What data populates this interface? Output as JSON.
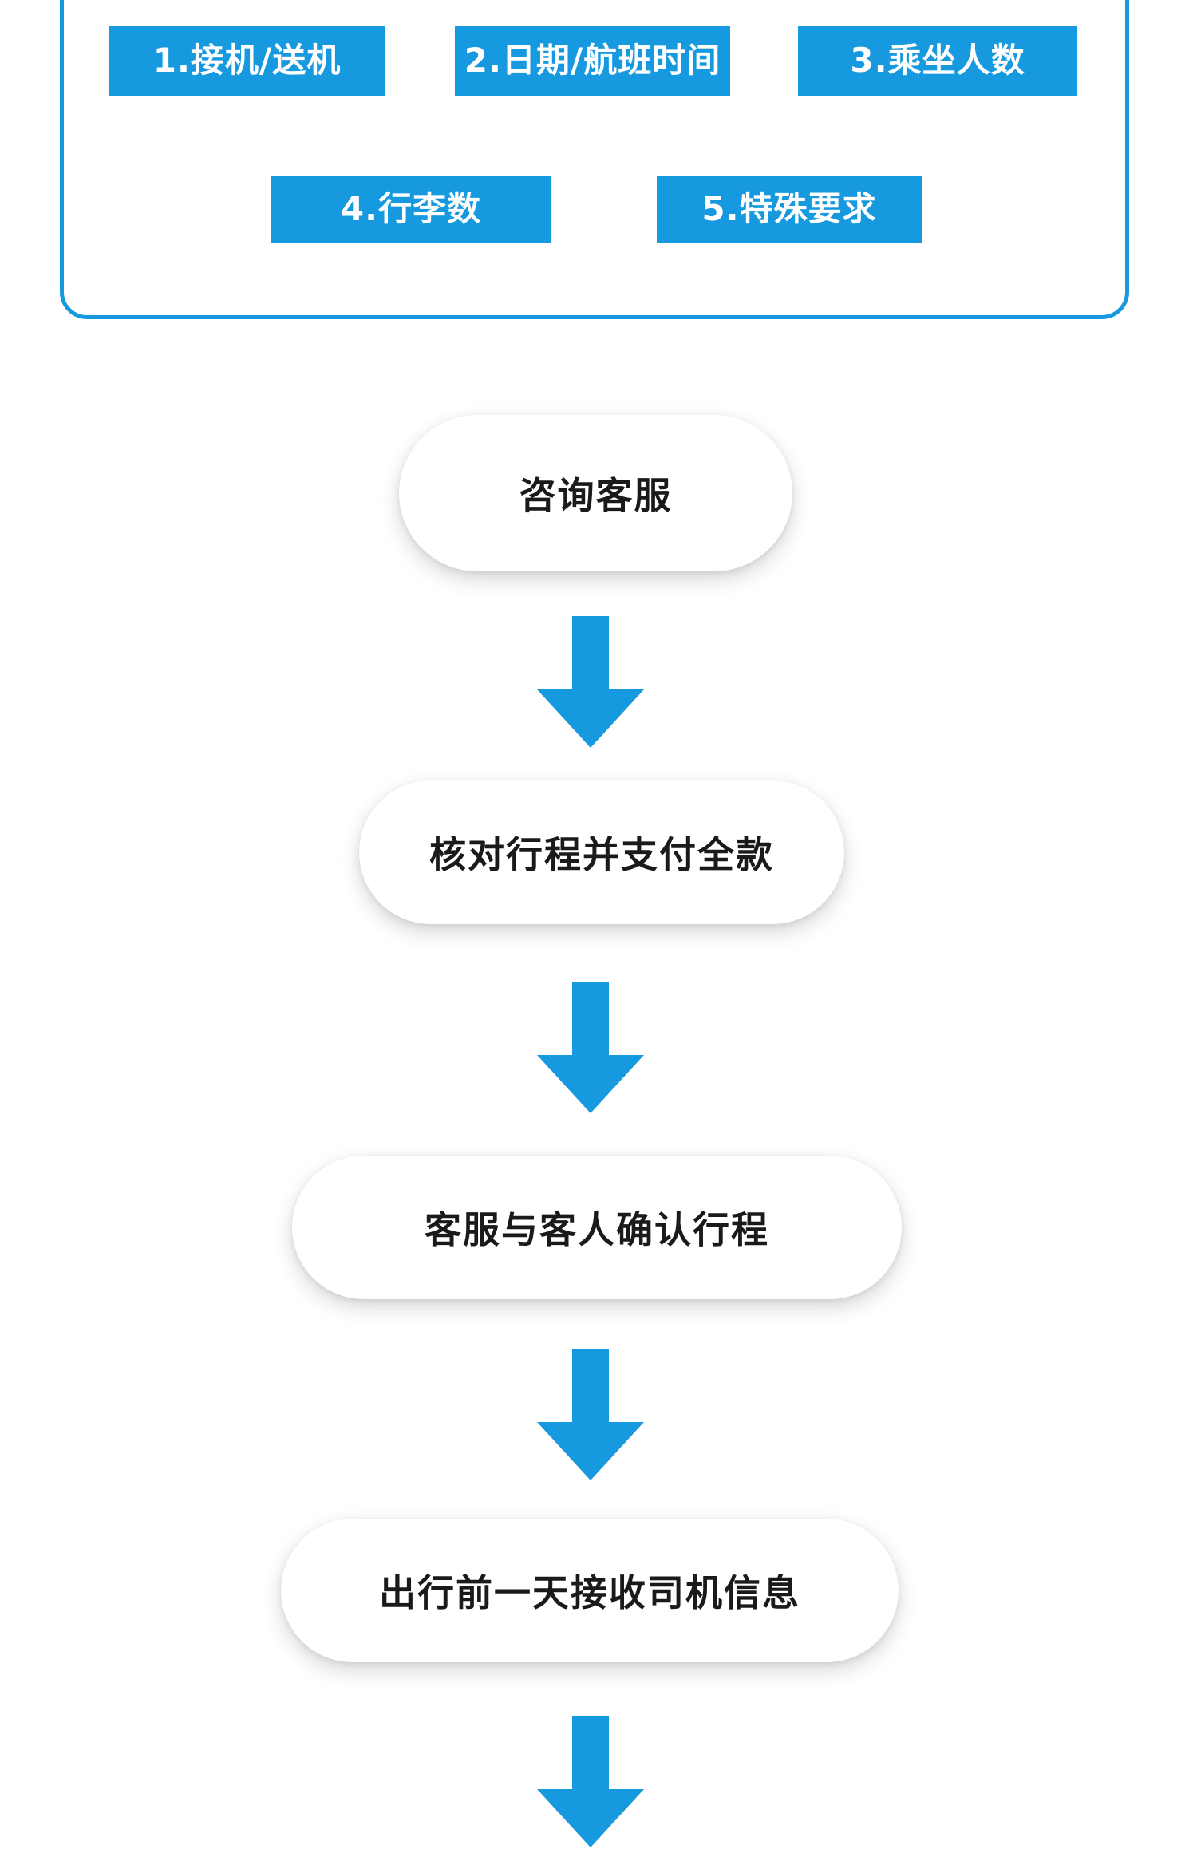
{
  "page": {
    "background": "#ffffff",
    "accent_blue": "#1799df",
    "text_color": "#1a1a1a"
  },
  "tag_panel": {
    "border_color": "#1799df",
    "rows": [
      {
        "tags": [
          {
            "label": "1.接机/送机"
          },
          {
            "label": "2.日期/航班时间"
          },
          {
            "label": "3.乘坐人数"
          }
        ]
      },
      {
        "tags": [
          {
            "label": "4.行李数"
          },
          {
            "label": "5.特殊要求"
          }
        ]
      }
    ]
  },
  "flow": {
    "arrow_color": "#1799df",
    "steps": [
      {
        "label": "咨询客服"
      },
      {
        "label": "核对行程并支付全款"
      },
      {
        "label": "客服与客人确认行程"
      },
      {
        "label": "出行前一天接收司机信息"
      }
    ],
    "arrows": [
      {
        "name": "down-arrow-1"
      },
      {
        "name": "down-arrow-2"
      },
      {
        "name": "down-arrow-3"
      },
      {
        "name": "down-arrow-4"
      }
    ]
  }
}
